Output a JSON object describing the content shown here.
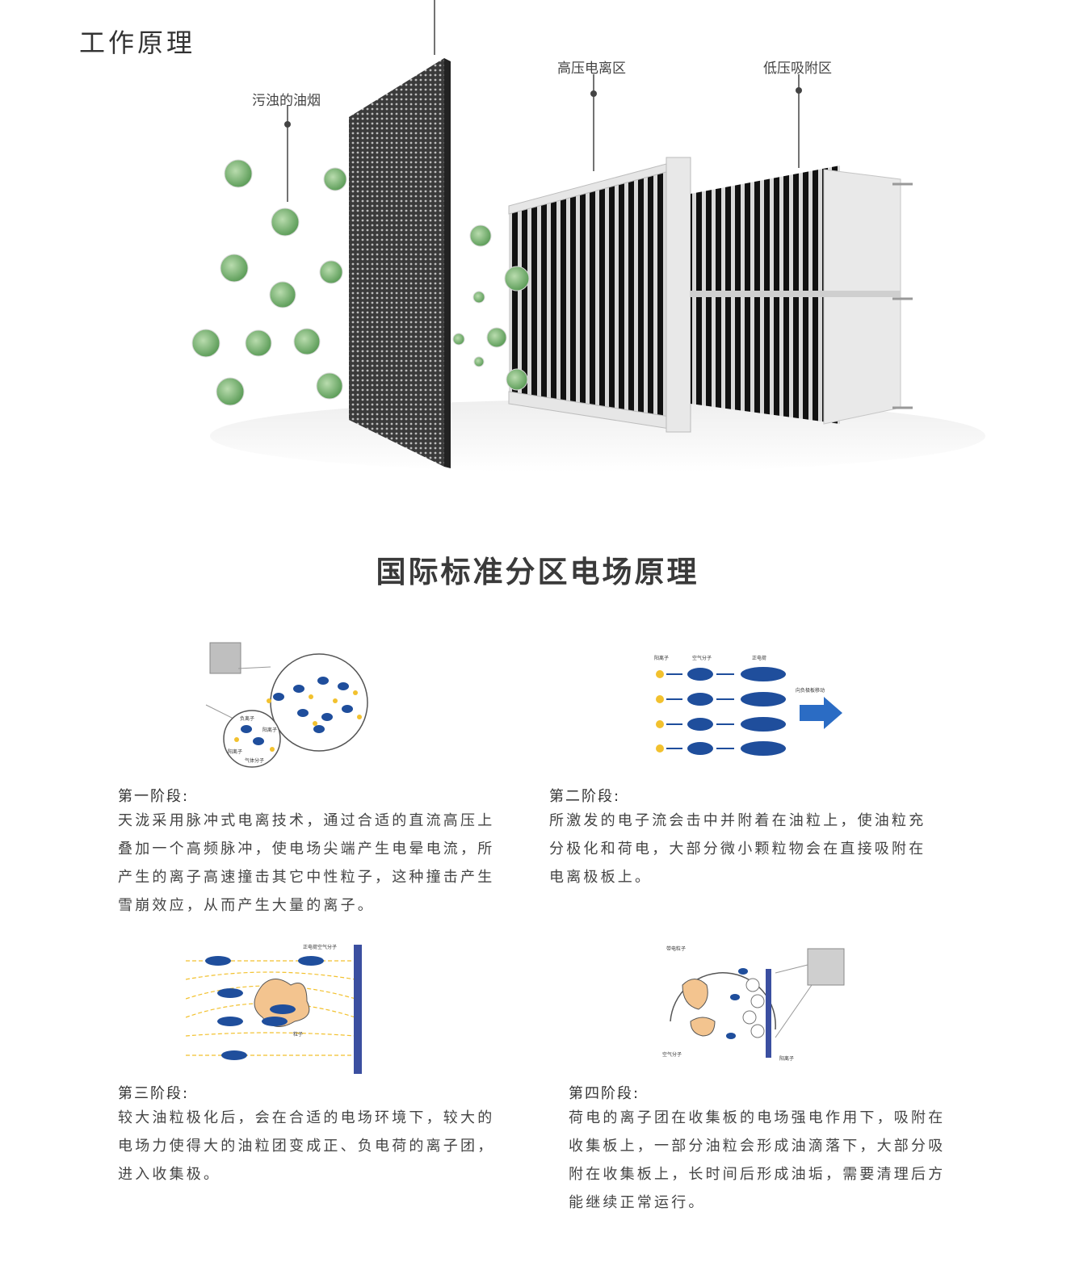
{
  "header": {
    "title": "工作原理"
  },
  "hero": {
    "label_smoke": "污浊的油烟",
    "label_high_voltage": "高压电离区",
    "label_low_voltage": "低压吸附区"
  },
  "principle": {
    "heading": "国际标准分区电场原理"
  },
  "stages": [
    {
      "title": "第一阶段:",
      "text": "天泷采用脉冲式电离技术，通过合适的直流高压上\n叠加一个高频脉冲，使电场尖端产生电晕电流，所\n产生的离子高速撞击其它中性粒子，这种撞击产生\n雪崩效应，从而产生大量的离子。",
      "diagram_labels": [
        "负离子",
        "阳离子",
        "阳离子",
        "气体分子"
      ]
    },
    {
      "title": "第二阶段:",
      "text": "所激发的电子流会击中并附着在油粒上，使油粒充\n分极化和荷电，大部分微小颗粒物会在直接吸附在\n电离极板上。",
      "diagram_labels": [
        "阳离子",
        "空气分子",
        "正电荷",
        "向负极板移动"
      ]
    },
    {
      "title": "第三阶段:",
      "text": "较大油粒极化后，会在合适的电场环境下，较大的\n电场力使得大的油粒团变成正、负电荷的离子团，\n进入收集极。",
      "diagram_labels": [
        "正电荷空气分子",
        "粒子"
      ]
    },
    {
      "title": "第四阶段:",
      "text": "荷电的离子团在收集板的电场强电作用下，吸附在\n收集板上，一部分油粒会形成油滴落下，大部分吸\n附在收集板上，长时间后形成油垢，需要清理后方\n能继续正常运行。",
      "diagram_labels": [
        "带电粒子",
        "空气分子",
        "阳离子"
      ]
    }
  ],
  "colors": {
    "text": "#333333",
    "particle_green": "#7fb87a",
    "ion_blue": "#1f4e9c",
    "ion_yellow": "#f2c12e",
    "arrow_blue": "#2b6cc4",
    "plate_blue": "#3b4fa0",
    "oil_orange": "#f3c48f"
  }
}
